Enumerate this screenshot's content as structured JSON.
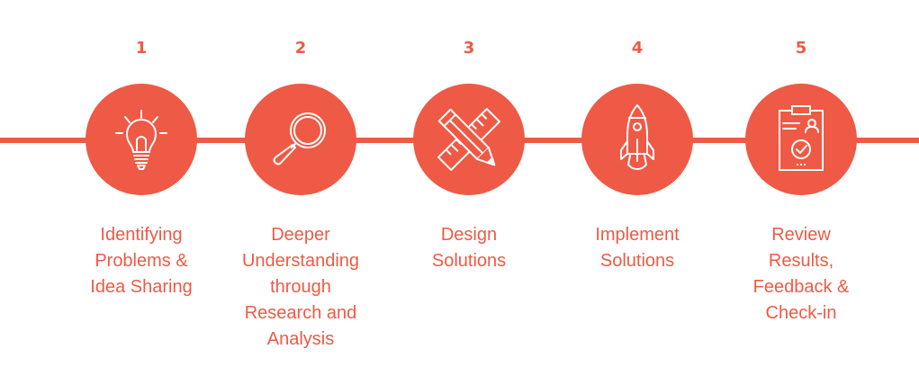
{
  "theme": {
    "accent": "#ee5a45",
    "background": "#ffffff",
    "icon_stroke": "#ffffff"
  },
  "steps": [
    {
      "number": "1",
      "icon": "lightbulb-icon",
      "label": "Identifying\nProblems &\nIdea Sharing"
    },
    {
      "number": "2",
      "icon": "magnifying-glass-icon",
      "label": "Deeper\nUnderstanding\nthrough\nResearch and\nAnalysis"
    },
    {
      "number": "3",
      "icon": "ruler-pencil-icon",
      "label": "Design\nSolutions"
    },
    {
      "number": "4",
      "icon": "rocket-icon",
      "label": "Implement\nSolutions"
    },
    {
      "number": "5",
      "icon": "clipboard-check-icon",
      "label": "Review\nResults,\nFeedback &\nCheck-in"
    }
  ]
}
